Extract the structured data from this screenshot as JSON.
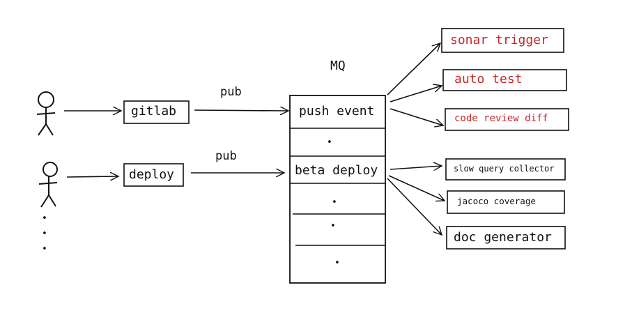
{
  "colors": {
    "ink": "#111111",
    "accent_red": "#c62828"
  },
  "diagram": {
    "mq_label": "MQ",
    "sources": [
      {
        "name": "gitlab",
        "edge_label": "pub"
      },
      {
        "name": "deploy",
        "edge_label": "pub"
      }
    ],
    "queue_slots": [
      "push event",
      "•",
      "beta deploy",
      "•",
      "•",
      "•"
    ],
    "consumers": {
      "push_event": [
        {
          "label": "sonar trigger",
          "color": "red"
        },
        {
          "label": "auto test",
          "color": "red"
        },
        {
          "label": "code review diff",
          "color": "red"
        }
      ],
      "beta_deploy": [
        {
          "label": "slow query collector",
          "color": "black"
        },
        {
          "label": "jacoco coverage",
          "color": "black"
        },
        {
          "label": "doc generator",
          "color": "black"
        }
      ]
    },
    "actors_ellipsis": "•\n•\n•"
  }
}
